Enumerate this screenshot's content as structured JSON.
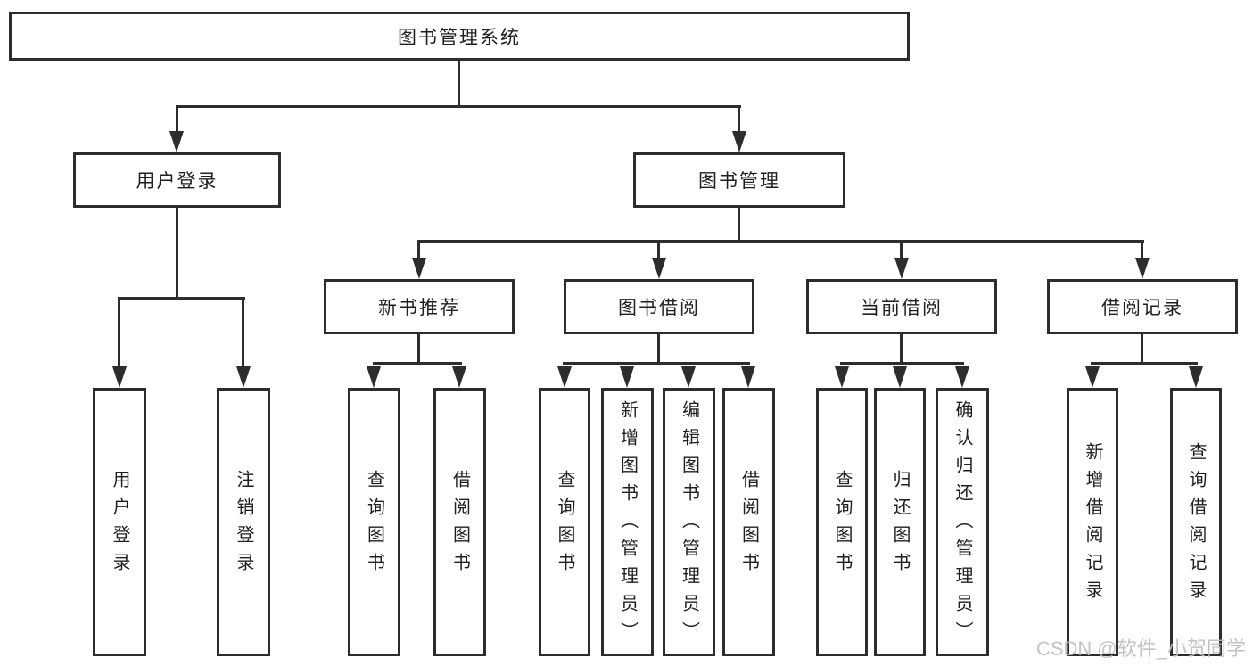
{
  "colors": {
    "line": "#2d2d2d",
    "text": "#1f1f1f",
    "watermark": "#bdbdbd",
    "background": "#ffffff"
  },
  "watermark": {
    "text": "CSDN @软件_小贺同学"
  },
  "tree": {
    "root": {
      "label": "图书管理系统"
    },
    "branches": [
      {
        "label": "用户登录",
        "children": [
          {
            "label": "用户登录"
          },
          {
            "label": "注销登录"
          }
        ]
      },
      {
        "label": "图书管理",
        "children": [
          {
            "label": "新书推荐",
            "children": [
              {
                "label": "查询图书"
              },
              {
                "label": "借阅图书"
              }
            ]
          },
          {
            "label": "图书借阅",
            "children": [
              {
                "label": "查询图书"
              },
              {
                "label": "新增图书（管理员）"
              },
              {
                "label": "编辑图书（管理员）"
              },
              {
                "label": "借阅图书"
              }
            ]
          },
          {
            "label": "当前借阅",
            "children": [
              {
                "label": "查询图书"
              },
              {
                "label": "归还图书"
              },
              {
                "label": "确认归还（管理员）"
              }
            ]
          },
          {
            "label": "借阅记录",
            "children": [
              {
                "label": "新增借阅记录"
              },
              {
                "label": "查询借阅记录"
              }
            ]
          }
        ]
      }
    ]
  }
}
